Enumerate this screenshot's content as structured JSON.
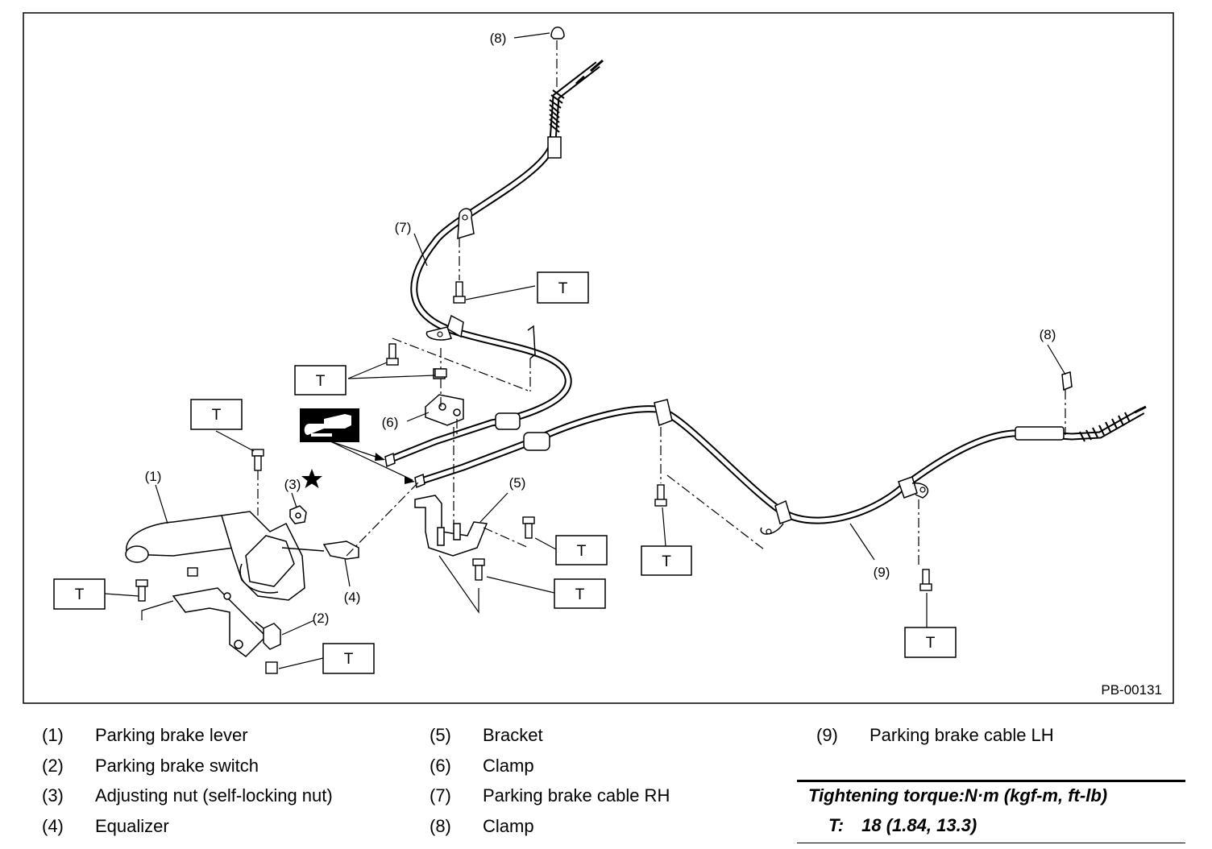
{
  "figure": {
    "code": "PB-00131",
    "callouts": {
      "c1": "(1)",
      "c2": "(2)",
      "c3": "(3)",
      "c4": "(4)",
      "c5": "(5)",
      "c6": "(6)",
      "c7": "(7)",
      "c8": "(8)",
      "c9": "(9)"
    },
    "torque_mark": "T"
  },
  "legend": {
    "col1": [
      {
        "num": "(1)",
        "label": "Parking brake lever"
      },
      {
        "num": "(2)",
        "label": "Parking brake switch"
      },
      {
        "num": "(3)",
        "label": "Adjusting nut (self-locking nut)"
      },
      {
        "num": "(4)",
        "label": "Equalizer"
      }
    ],
    "col2": [
      {
        "num": "(5)",
        "label": "Bracket"
      },
      {
        "num": "(6)",
        "label": "Clamp"
      },
      {
        "num": "(7)",
        "label": "Parking brake cable RH"
      },
      {
        "num": "(8)",
        "label": "Clamp"
      }
    ],
    "col3": [
      {
        "num": "(9)",
        "label": "Parking brake cable LH"
      }
    ]
  },
  "torque": {
    "heading": "Tightening torque:N·m (kgf-m, ft-lb)",
    "label": "T:",
    "value": "18 (1.84, 13.3)"
  }
}
